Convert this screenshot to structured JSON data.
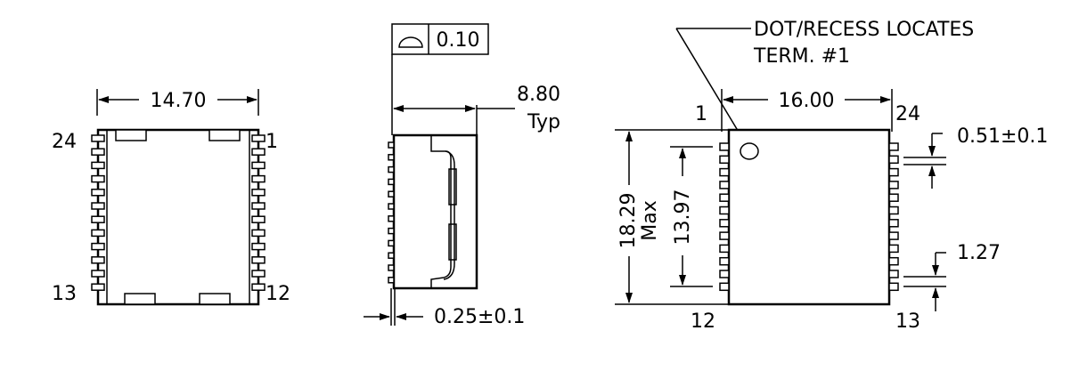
{
  "top_view": {
    "width_dim": "14.70",
    "pin_24": "24",
    "pin_1": "1",
    "pin_13": "13",
    "pin_12": "12"
  },
  "side_view": {
    "flatness_value": "0.10",
    "height_dim": "8.80",
    "height_note": "Typ",
    "standoff_dim": "0.25±0.1"
  },
  "bottom_view": {
    "note_line1": "DOT/RECESS LOCATES",
    "note_line2": "TERM. #1",
    "width_dim": "16.00",
    "pin_1": "1",
    "pin_24": "24",
    "pin_12": "12",
    "pin_13": "13",
    "length_dim": "18.29",
    "length_note": "Max",
    "pin_span_dim": "13.97",
    "pad_width_dim": "0.51±0.1",
    "pitch_dim": "1.27"
  }
}
